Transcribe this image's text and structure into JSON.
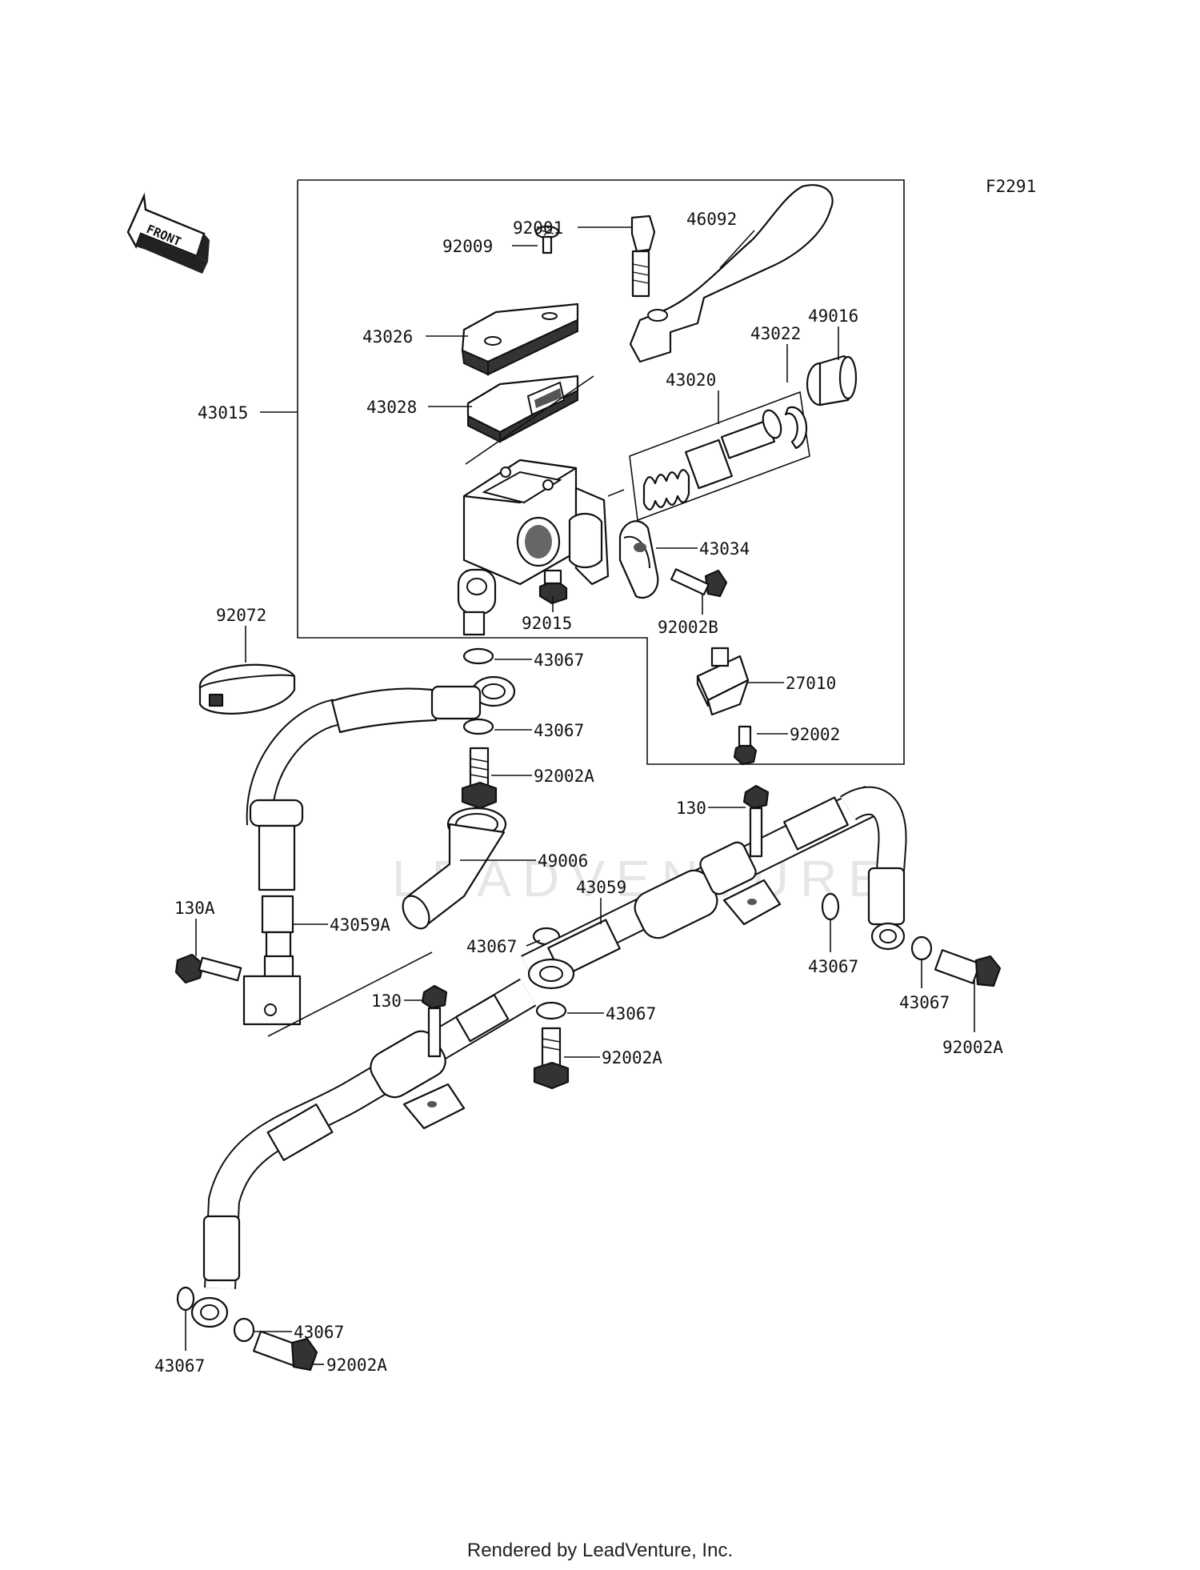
{
  "figure_code": "F2291",
  "front_label": "FRONT",
  "watermark": "LEADVENTURE",
  "footer": "Rendered by LeadVenture, Inc.",
  "parts": [
    {
      "id": "p-92001",
      "label": "92001"
    },
    {
      "id": "p-46092",
      "label": "46092"
    },
    {
      "id": "p-92009",
      "label": "92009"
    },
    {
      "id": "p-43026",
      "label": "43026"
    },
    {
      "id": "p-43022",
      "label": "43022"
    },
    {
      "id": "p-49016",
      "label": "49016"
    },
    {
      "id": "p-43028",
      "label": "43028"
    },
    {
      "id": "p-43015",
      "label": "43015"
    },
    {
      "id": "p-43020",
      "label": "43020"
    },
    {
      "id": "p-43034",
      "label": "43034"
    },
    {
      "id": "p-92072",
      "label": "92072"
    },
    {
      "id": "p-92015",
      "label": "92015"
    },
    {
      "id": "p-92002B",
      "label": "92002B"
    },
    {
      "id": "p-43067-a",
      "label": "43067"
    },
    {
      "id": "p-27010",
      "label": "27010"
    },
    {
      "id": "p-43067-b",
      "label": "43067"
    },
    {
      "id": "p-92002",
      "label": "92002"
    },
    {
      "id": "p-92002A-a",
      "label": "92002A"
    },
    {
      "id": "p-130-a",
      "label": "130"
    },
    {
      "id": "p-49006",
      "label": "49006"
    },
    {
      "id": "p-130A",
      "label": "130A"
    },
    {
      "id": "p-43059A",
      "label": "43059A"
    },
    {
      "id": "p-43059",
      "label": "43059"
    },
    {
      "id": "p-43067-c",
      "label": "43067"
    },
    {
      "id": "p-43067-d",
      "label": "43067"
    },
    {
      "id": "p-130-b",
      "label": "130"
    },
    {
      "id": "p-43067-e",
      "label": "43067"
    },
    {
      "id": "p-92002A-b",
      "label": "92002A"
    },
    {
      "id": "p-43067-f",
      "label": "43067"
    },
    {
      "id": "p-92002A-c",
      "label": "92002A"
    },
    {
      "id": "p-43067-g",
      "label": "43067"
    },
    {
      "id": "p-43067-h",
      "label": "43067"
    },
    {
      "id": "p-92002A-d",
      "label": "92002A"
    }
  ]
}
